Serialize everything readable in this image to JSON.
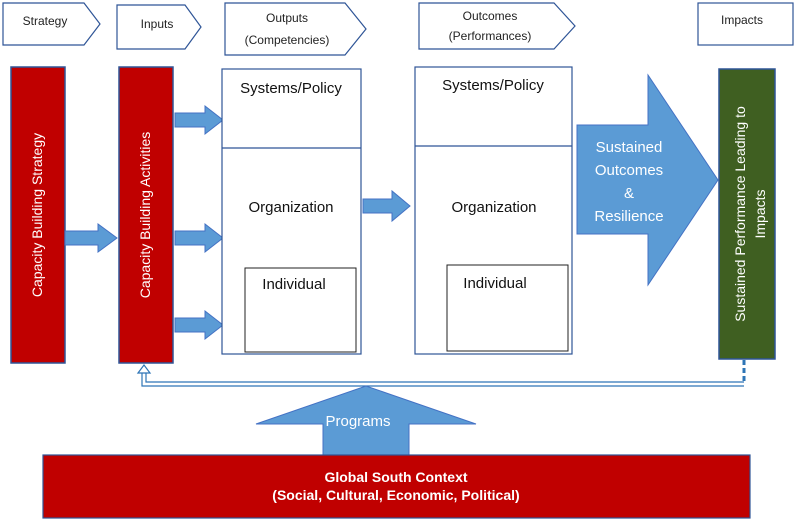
{
  "header": {
    "strategy": "Strategy",
    "inputs": "Inputs",
    "outputs_line1": "Outputs",
    "outputs_line2": "(Competencies)",
    "outcomes_line1": "Outcomes",
    "outcomes_line2": "(Performances)",
    "impacts": "Impacts"
  },
  "bars": {
    "capacity_strategy": "Capacity Building Strategy",
    "capacity_activities": "Capacity Building Activities",
    "sustained_line1": "Sustained Performance Leading to",
    "sustained_line2": "Impacts"
  },
  "outputs_box": {
    "systems": "Systems/Policy",
    "organization": "Organization",
    "individual": "Individual"
  },
  "outcomes_box": {
    "systems": "Systems/Policy",
    "organization": "Organization",
    "individual": "Individual"
  },
  "big_arrow": {
    "line1": "Sustained",
    "line2": "Outcomes",
    "line3": "&",
    "line4": "Resilience"
  },
  "programs_label": "Programs",
  "context": {
    "line1": "Global South Context",
    "line2": "(Social, Cultural, Economic, Political)"
  },
  "colors": {
    "red_bar": "#c00000",
    "green_bar": "#3f5f21",
    "arrow_blue": "#5b9bd5",
    "arrow_border": "#4472c4",
    "outline": "#1f3864"
  }
}
